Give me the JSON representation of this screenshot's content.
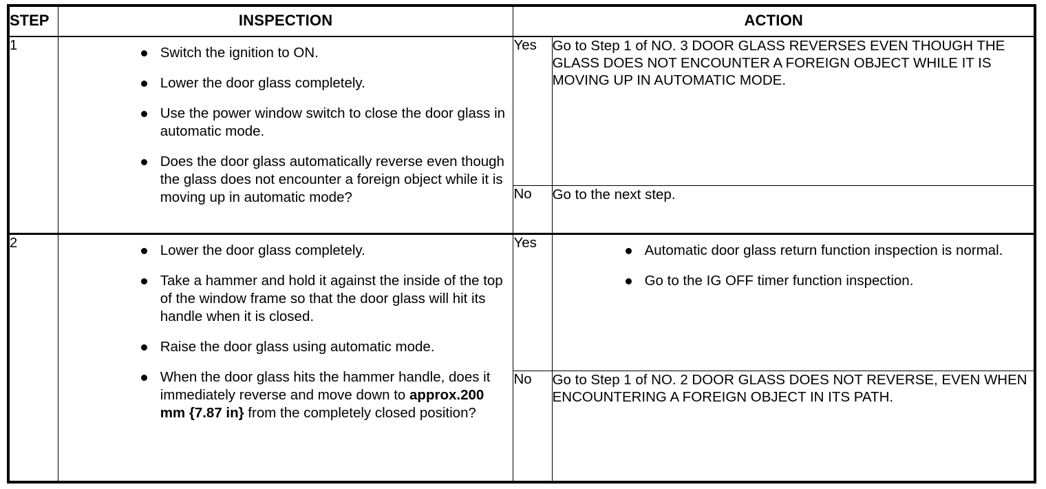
{
  "table": {
    "headers": {
      "step": "STEP",
      "inspection": "INSPECTION",
      "action": "ACTION"
    },
    "answers": {
      "yes": "Yes",
      "no": "No"
    },
    "steps": [
      {
        "number": "1",
        "inspection_bullets": [
          "Switch the ignition to ON.",
          "Lower the door glass completely.",
          "Use the power window switch to close the door glass in automatic mode.",
          "Does the door glass automatically reverse even though the glass does not encounter a foreign object while it is moving up in automatic mode?"
        ],
        "yes_action_text": "Go to Step 1 of NO. 3 DOOR GLASS REVERSES EVEN THOUGH THE GLASS DOES NOT ENCOUNTER A FOREIGN OBJECT WHILE IT IS MOVING UP IN AUTOMATIC MODE.",
        "no_action_text": "Go to the next step."
      },
      {
        "number": "2",
        "inspection_bullets": [
          "Lower the door glass completely.",
          "Take a hammer and hold it against the inside of the top of the window frame so that the door glass will hit its handle when it is closed.",
          "Raise the door glass using automatic mode."
        ],
        "inspection_last_bullet": {
          "lead": "When the door glass hits the hammer handle, does it immediately reverse and move down to ",
          "bold": "approx.200 mm {7.87 in}",
          "tail": " from the completely closed position?"
        },
        "yes_action_bullets": [
          "Automatic door glass return function inspection is normal.",
          "Go to the IG OFF timer function inspection."
        ],
        "no_action_text": "Go to Step 1 of NO. 2 DOOR GLASS DOES NOT REVERSE, EVEN WHEN ENCOUNTERING A FOREIGN OBJECT IN ITS PATH."
      }
    ]
  },
  "colors": {
    "ink": "#000000",
    "paper": "#ffffff"
  }
}
